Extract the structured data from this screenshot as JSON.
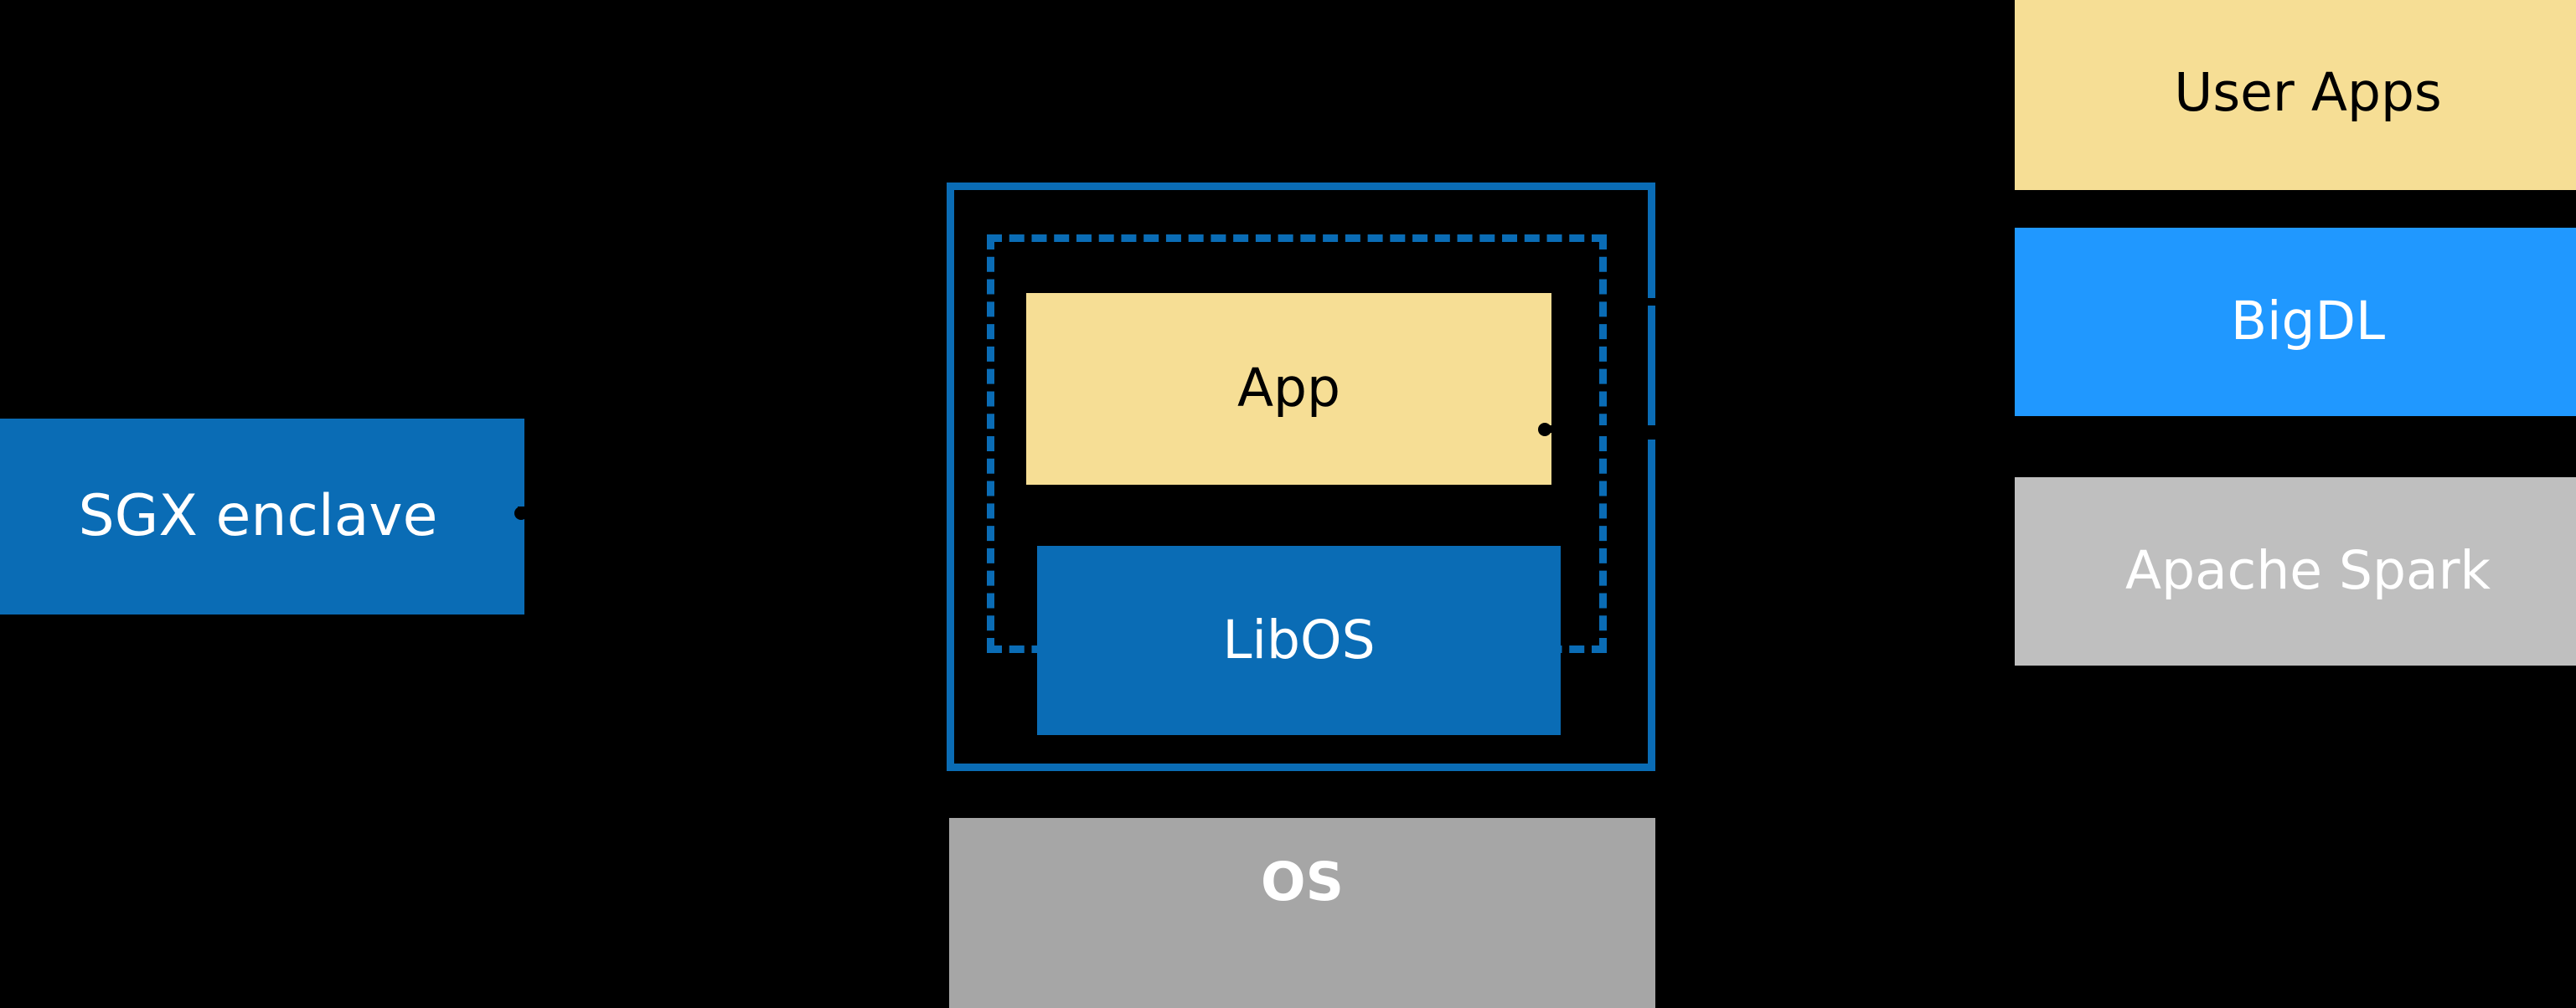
{
  "diagram": {
    "background_color": "#000000",
    "palette": {
      "app_fill": "#F6DE95",
      "enclave_blue": "#0A6CB5",
      "bigdl_blue": "#2098FF",
      "gray_fill": "#BFBFBF",
      "os_gray": "#A6A6A6",
      "text_light": "#FFFFFF",
      "text_dark": "#000000"
    },
    "left": {
      "sgx_enclave_label": "SGX enclave"
    },
    "center": {
      "app_label": "App",
      "libos_label": "LibOS",
      "os_label": "OS"
    },
    "right_stack": {
      "user_apps_label": "User Apps",
      "bigdl_label": "BigDL",
      "apache_spark_label": "Apache Spark"
    }
  }
}
